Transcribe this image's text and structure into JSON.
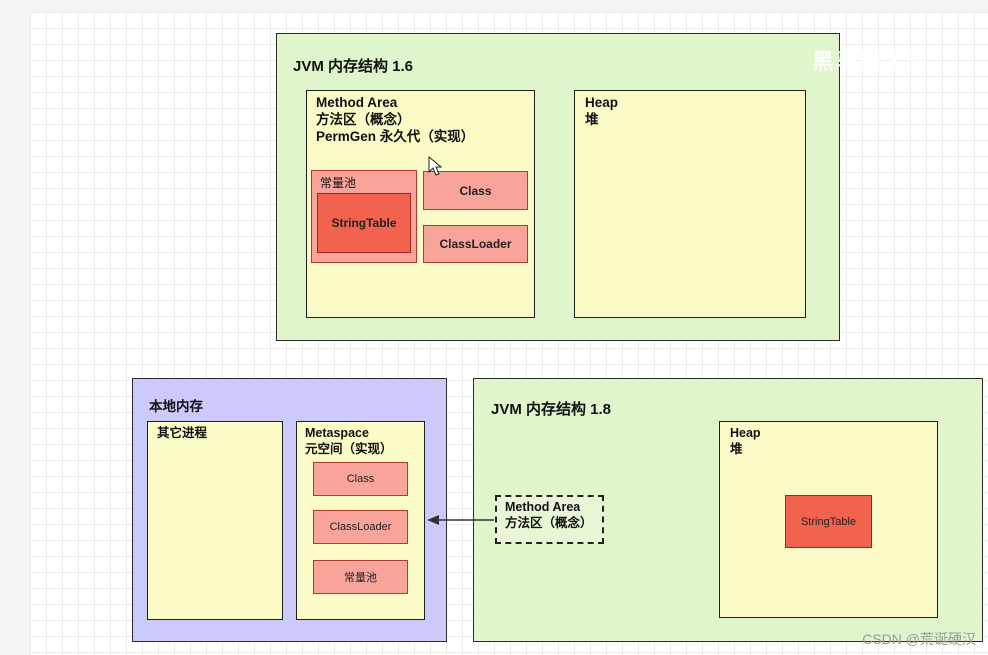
{
  "jvm16": {
    "title": "JVM 内存结构 1.6",
    "method_area": {
      "line1": "Method Area",
      "line2": "方法区（概念）",
      "line3": "PermGen 永久代（实现）",
      "constant_pool": "常量池",
      "string_table": "StringTable",
      "class": "Class",
      "classloader": "ClassLoader"
    },
    "heap": {
      "line1": "Heap",
      "line2": "堆"
    }
  },
  "native": {
    "title": "本地内存",
    "other_process": "其它进程",
    "metaspace": {
      "line1": "Metaspace",
      "line2": "元空间（实现）",
      "class": "Class",
      "classloader": "ClassLoader",
      "constant_pool": "常量池"
    }
  },
  "jvm18": {
    "title": "JVM 内存结构 1.8",
    "method_area": {
      "line1": "Method Area",
      "line2": "方法区（概念）"
    },
    "heap": {
      "line1": "Heap",
      "line2": "堆",
      "string_table": "StringTable"
    }
  },
  "watermarks": {
    "top_right": "黑马程序员",
    "bottom_right": "CSDN @荒诞硬汉"
  },
  "colors": {
    "green": "#e0f5cc",
    "yellow": "#fbfbc8",
    "purple": "#cccafb",
    "pink": "#f9a49a",
    "red": "#f1634f"
  }
}
